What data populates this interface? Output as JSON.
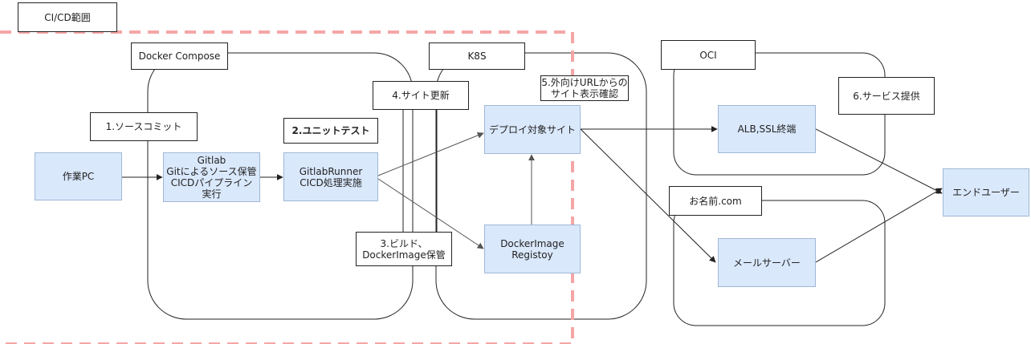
{
  "scope": {
    "label": "CI/CD範囲"
  },
  "groups": {
    "docker_compose": "Docker Compose",
    "k8s": "K8S",
    "oci": "OCI",
    "onamae": "お名前.com"
  },
  "steps": {
    "s1": "1.ソースコミット",
    "s2": "2.ユニットテスト",
    "s3": "3.ビルド、\nDockerImage保管",
    "s4": "4.サイト更新",
    "s5": "5.外向けURLからの\nサイト表示確認",
    "s6": "6.サービス提供"
  },
  "nodes": {
    "pc": "作業PC",
    "gitlab": "Gitlab\nGitによるソース保管\nCICDパイプライン\n実行",
    "runner": "GitlabRunner\nCICD処理実施",
    "site": "デプロイ対象サイト",
    "registry": "DockerImage\nRegistoy",
    "alb": "ALB,SSL終端",
    "mail": "メールサーバー",
    "enduser": "エンドユーザー"
  },
  "colors": {
    "node_fill": "#dae8fc",
    "node_stroke": "#9fb7d6",
    "scope_dash": "#f4a6a6"
  }
}
